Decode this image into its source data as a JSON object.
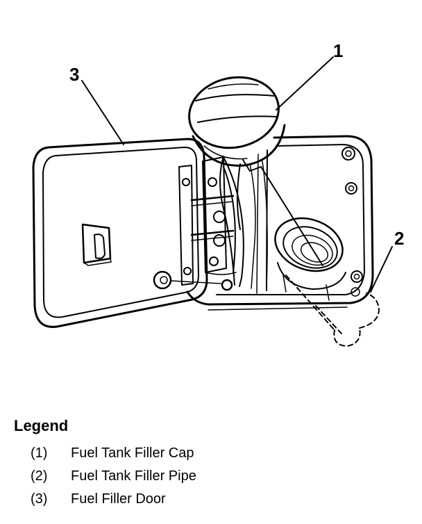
{
  "callouts": {
    "cap": "1",
    "pipe": "2",
    "door": "3"
  },
  "legend": {
    "title": "Legend",
    "items": [
      {
        "num": "(1)",
        "text": "Fuel Tank Filler Cap"
      },
      {
        "num": "(2)",
        "text": "Fuel Tank Filler Pipe"
      },
      {
        "num": "(3)",
        "text": "Fuel Filler Door"
      }
    ]
  }
}
